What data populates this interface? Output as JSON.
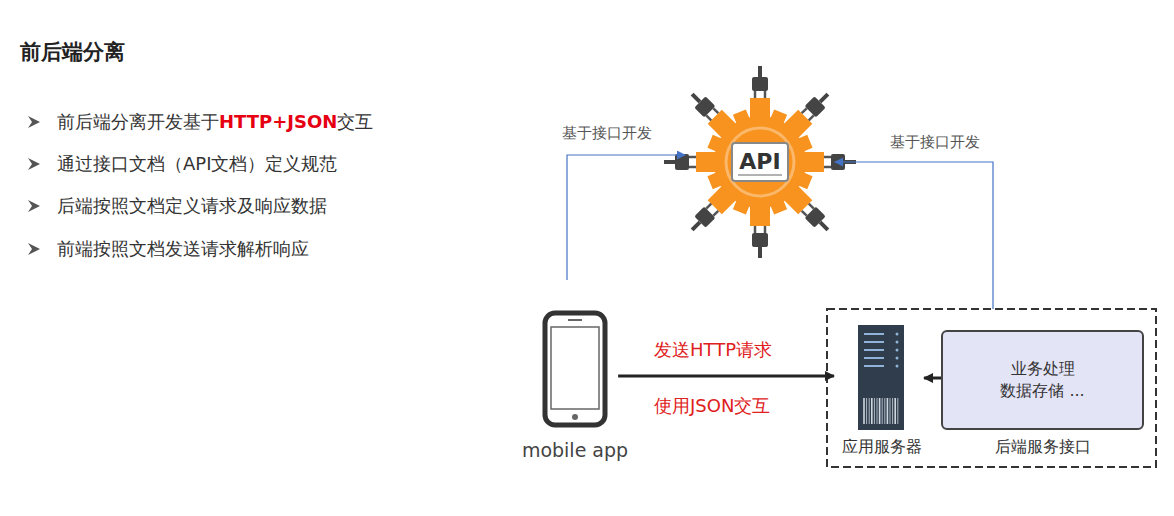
{
  "diagram": {
    "title": "前后端分离",
    "nodes": [
      {
        "text": [
          "API"
        ]
      },
      {
        "text": [
          "mobile app"
        ]
      },
      {
        "text": [
          "应用服务器"
        ]
      },
      {
        "text": [
          "业务处理 数据存储 ...",
          "后端服务接口"
        ]
      }
    ],
    "edges": [
      {
        "from": 1,
        "to": 0,
        "arrow": "to",
        "label": "基于接口开发"
      },
      {
        "from": 3,
        "to": 0,
        "arrow": "to",
        "label": "基于接口开发"
      },
      {
        "from": 1,
        "to": 2,
        "arrow": "to",
        "label": "发送HTTP请求"
      },
      {
        "from": 3,
        "to": 2,
        "arrow": "to"
      }
    ],
    "labels": [
      "前后端分离开发基于",
      "HTTP+JSON",
      "交互",
      "通过接口文档（API文档）定义规范",
      "后端按照文档定义请求及响应数据",
      "前端按照文档发送请求解析响应",
      "使用JSON交互"
    ]
  }
}
